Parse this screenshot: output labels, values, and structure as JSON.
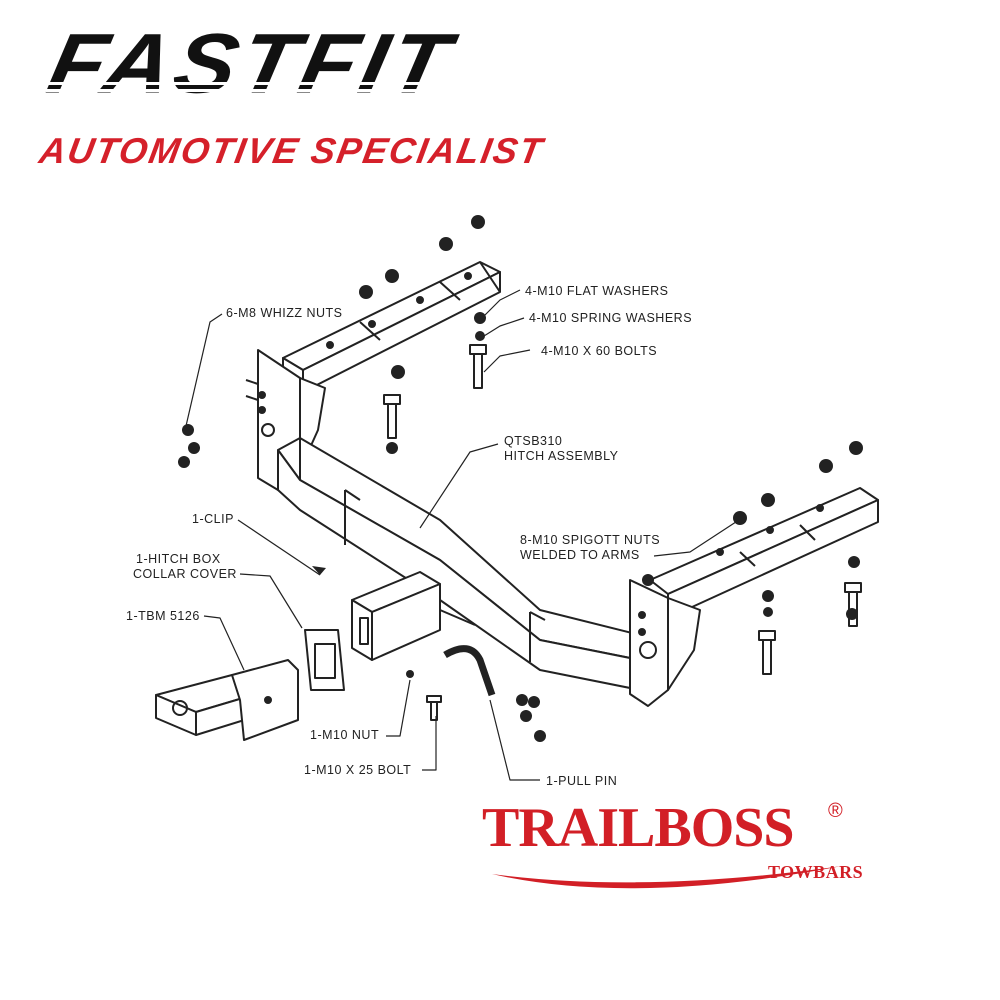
{
  "brand": {
    "name": "FASTFIT",
    "tagline": "AUTOMOTIVE SPECIALIST",
    "name_color": "#111111",
    "tagline_color": "#d5202a"
  },
  "labels": {
    "whizz_nuts": "6-M8 WHIZZ NUTS",
    "flat_washers": "4-M10 FLAT WASHERS",
    "spring_washers": "4-M10 SPRING WASHERS",
    "bolts_60": "4-M10 X 60 BOLTS",
    "hitch_assembly_code": "QTSB310",
    "hitch_assembly": "HITCH ASSEMBLY",
    "clip": "1-CLIP",
    "collar_cover_1": "1-HITCH BOX",
    "collar_cover_2": "COLLAR COVER",
    "tbm": "1-TBM 5126",
    "spigott_nuts_1": "8-M10 SPIGOTT NUTS",
    "spigott_nuts_2": "WELDED TO ARMS",
    "m10_nut": "1-M10 NUT",
    "bolt_25": "1-M10 X 25 BOLT",
    "pull_pin": "1-PULL PIN"
  },
  "trailboss": {
    "name": "TRAILBOSS",
    "registered": "®",
    "sub": "TOWBARS",
    "color": "#d21f26"
  }
}
